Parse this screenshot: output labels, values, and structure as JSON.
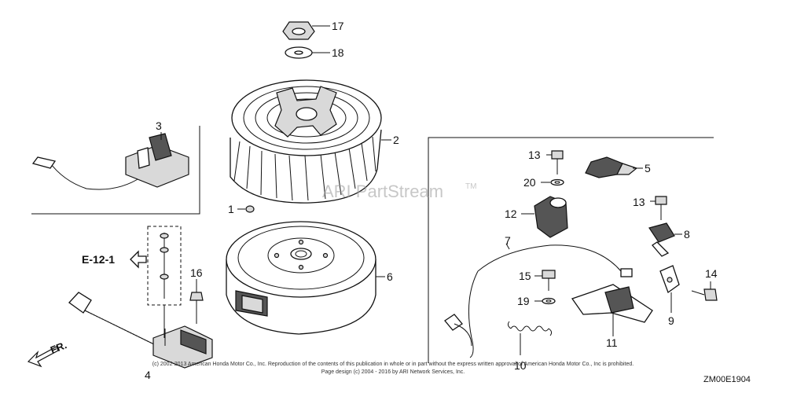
{
  "callouts": {
    "c1": "1",
    "c2": "2",
    "c3": "3",
    "c4": "4",
    "c5": "5",
    "c6": "6",
    "c7": "7",
    "c8": "8",
    "c9": "9",
    "c10": "10",
    "c11": "11",
    "c12": "12",
    "c13a": "13",
    "c13b": "13",
    "c14": "14",
    "c15": "15",
    "c16": "16",
    "c17": "17",
    "c18": "18",
    "c19": "19",
    "c20": "20"
  },
  "reference": "E-12-1",
  "direction": "FR.",
  "watermark": "ARI PartStream",
  "watermark_tm": "TM",
  "copyright_line1": "(c) 2002-2013 American Honda Motor Co., Inc. Reproduction of the contents of this publication in whole or in part without the express written approval of American Honda Motor Co., Inc is prohibited.",
  "copyright_line2": "Page design (c) 2004 - 2016 by ARI Network Services, Inc.",
  "diagram_code": "ZM00E1904"
}
